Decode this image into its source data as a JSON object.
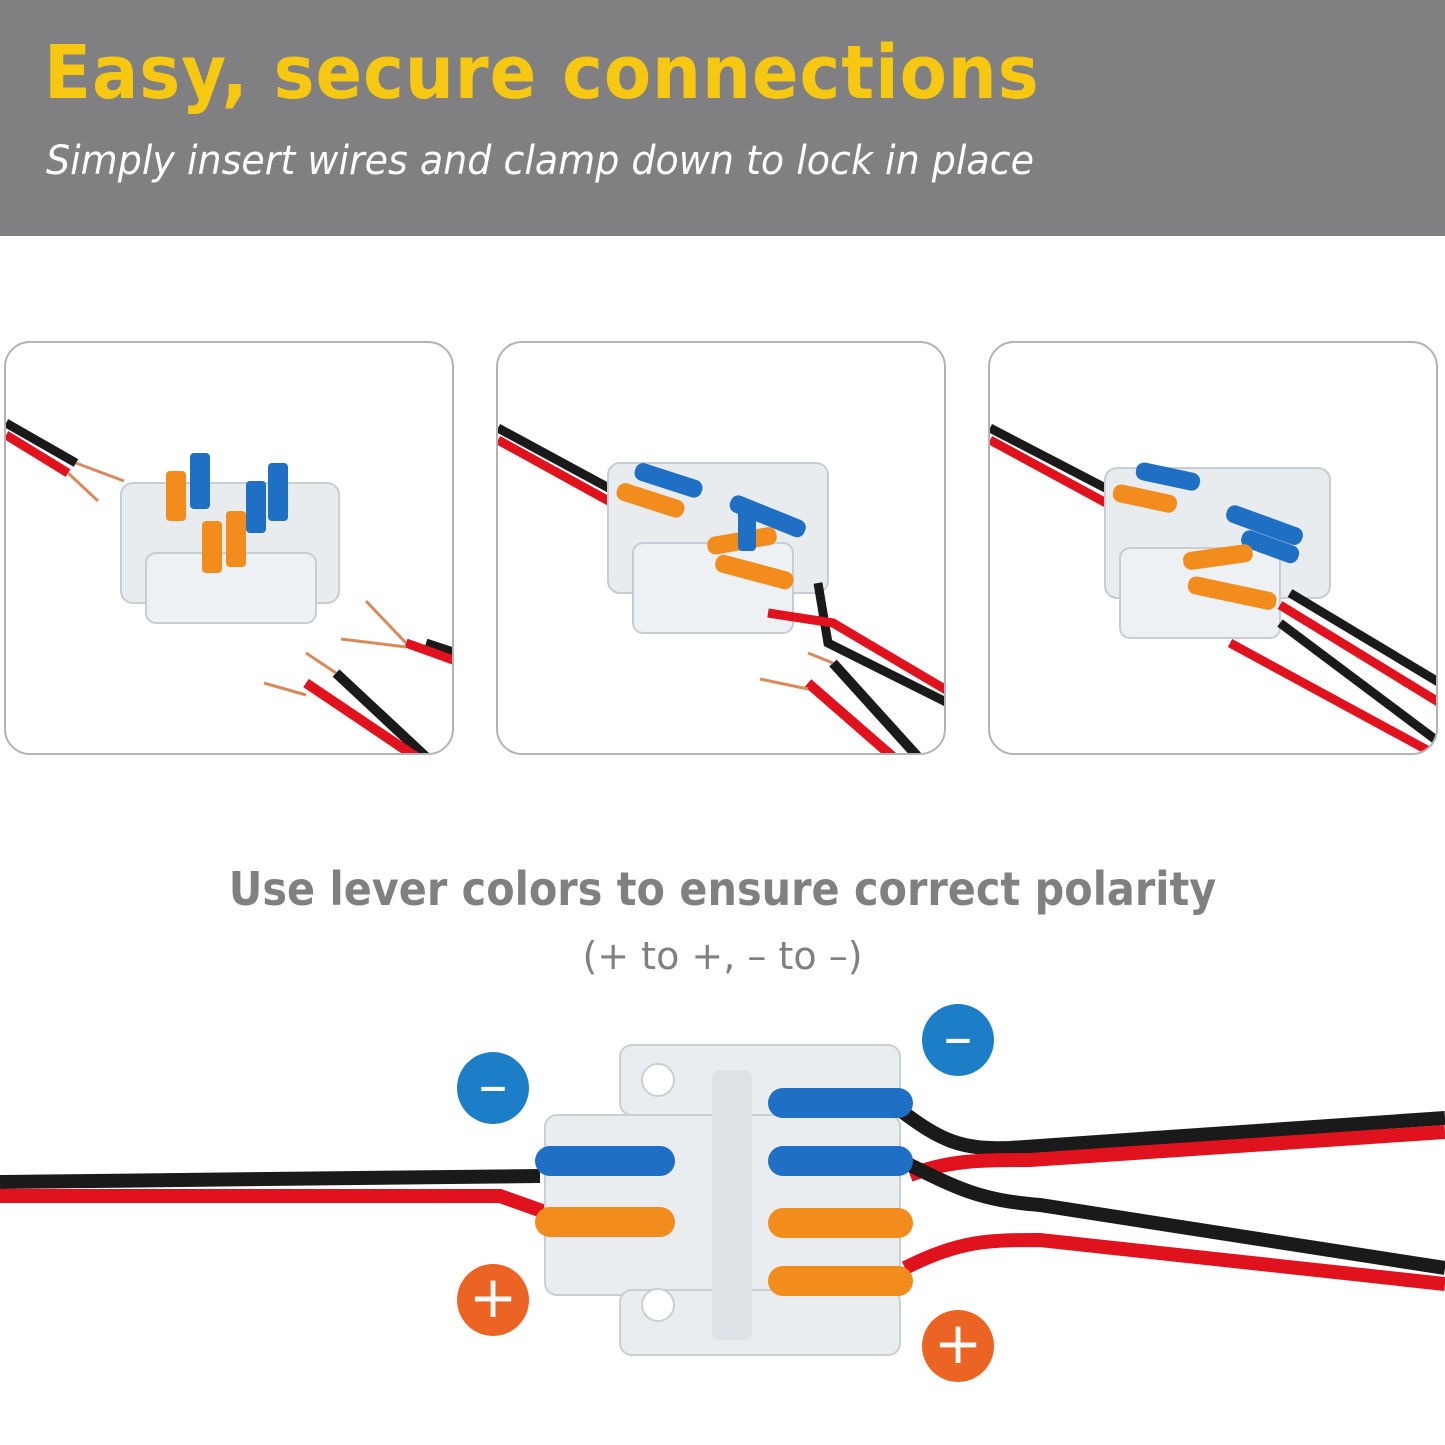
{
  "header": {
    "title": "Easy, secure connections",
    "subtitle": "Simply insert wires and clamp down to lock in place"
  },
  "steps": [
    {
      "name": "step-1-open-levers-wires-apart"
    },
    {
      "name": "step-2-wires-inserted"
    },
    {
      "name": "step-3-levers-clamped"
    }
  ],
  "polarity": {
    "heading": "Use lever colors to ensure correct polarity",
    "note": "(+ to +, – to –)",
    "badges": {
      "negative": "–",
      "positive": "+"
    }
  },
  "colors": {
    "header_bg": "#808083",
    "title": "#f6c812",
    "negative": "#1c7ec6",
    "positive": "#ec6424",
    "wire_red": "#e0121e",
    "wire_black": "#1a1a1a"
  }
}
